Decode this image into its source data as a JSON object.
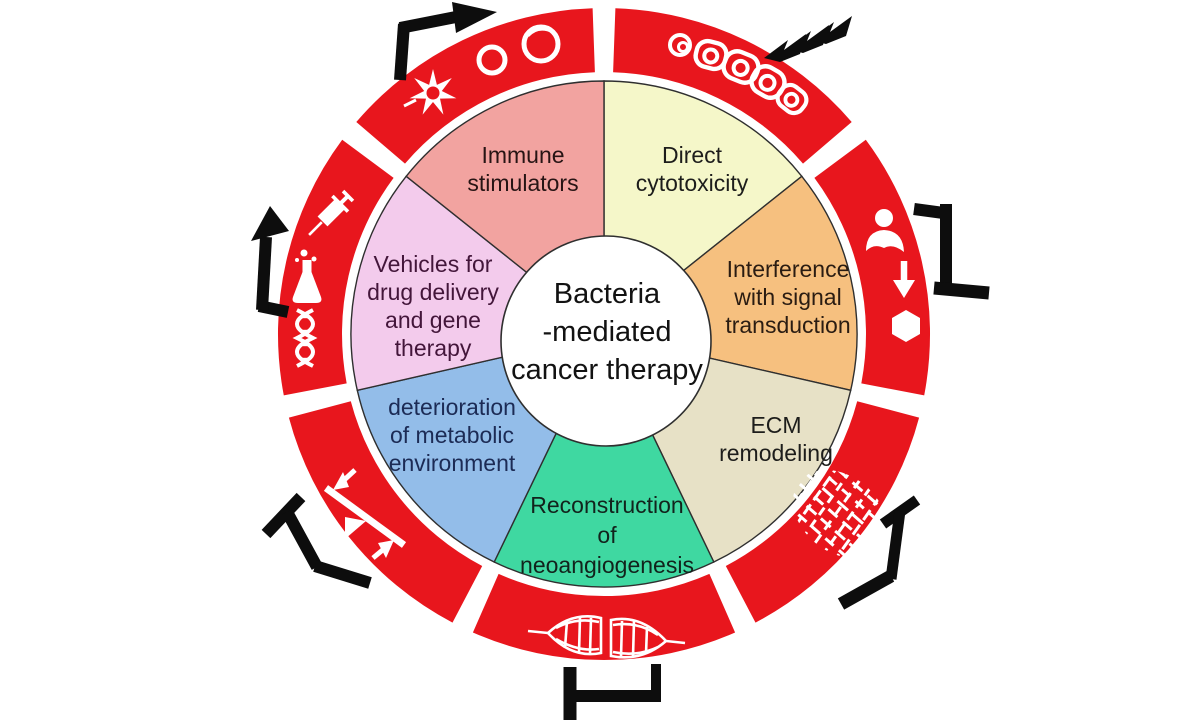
{
  "diagram_title": "Bacteria-mediated cancer therapy",
  "center": {
    "lines": [
      "Bacteria",
      "-mediated",
      "cancer therapy"
    ],
    "text_color": "#121212",
    "fill": "#ffffff"
  },
  "ring": {
    "color": "#e8161d",
    "icon_color": "#ffffff",
    "icons": [
      "dendritic-cell",
      "immune-cells",
      "tumor-cell-chain",
      "ligand-receptor",
      "down-arrow",
      "drug-hexagon",
      "ecm-mesh",
      "neovasculature",
      "membrane-transport",
      "dna-helix",
      "flask",
      "syringe"
    ]
  },
  "connectors": {
    "color": "#0d0d0d",
    "types": [
      "stimulation-arrow",
      "lightning-attack",
      "inhibition-bar"
    ]
  },
  "segments": [
    {
      "name": "direct-cytotoxicity",
      "lines": [
        "Direct",
        "cytotoxicity"
      ],
      "fill": "#f5f7c9",
      "text_color": "#1d1d1b"
    },
    {
      "name": "interference-with-signal-transduction",
      "lines": [
        "Interference",
        "with signal",
        "transduction"
      ],
      "fill": "#f6c07f",
      "text_color": "#2a1c12"
    },
    {
      "name": "ecm-remodeling",
      "lines": [
        "ECM",
        "remodeling"
      ],
      "fill": "#e7e1c6",
      "text_color": "#1d1d1b"
    },
    {
      "name": "reconstruction-of-neoangiogenesis",
      "lines": [
        "Reconstruction",
        "of",
        "neoangiogenesis"
      ],
      "fill": "#3fd8a1",
      "text_color": "#12231c"
    },
    {
      "name": "deterioration-of-metabolic-environment",
      "lines": [
        "deterioration",
        "of metabolic",
        "environment"
      ],
      "fill": "#93bde9",
      "text_color": "#1c2b55"
    },
    {
      "name": "vehicles-for-drug-delivery-and-gene-therapy",
      "lines": [
        "Vehicles for",
        "drug delivery",
        "and gene",
        "therapy"
      ],
      "fill": "#f3cbec",
      "text_color": "#43163a"
    },
    {
      "name": "immune-stimulators",
      "lines": [
        "Immune",
        "stimulators"
      ],
      "fill": "#f2a3a0",
      "text_color": "#271414"
    }
  ]
}
